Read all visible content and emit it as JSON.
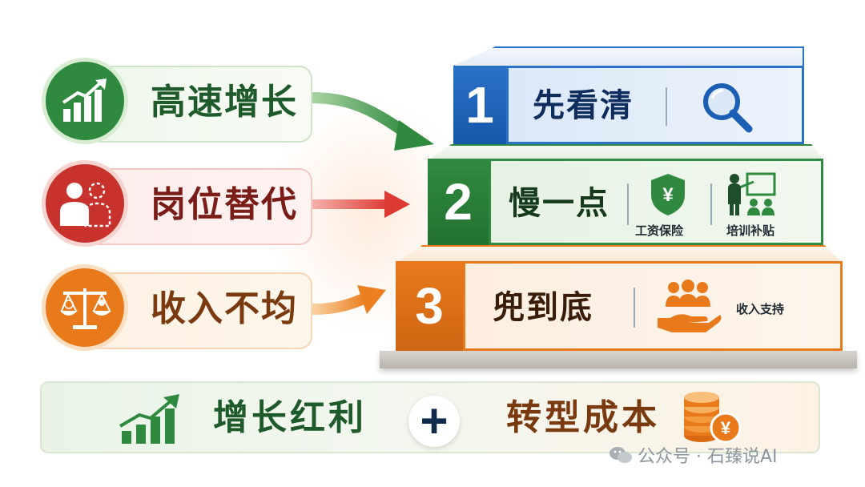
{
  "factors": [
    {
      "label": "高速增长",
      "icon": "growth-chart-icon",
      "color": "#2f8a3f"
    },
    {
      "label": "岗位替代",
      "icon": "person-replacement-icon",
      "color": "#c8322d"
    },
    {
      "label": "收入不均",
      "icon": "scale-balance-icon",
      "color": "#e87a1c"
    }
  ],
  "steps": [
    {
      "number": "1",
      "title": "先看清",
      "icon": "magnifier-icon",
      "color": "#2a71c8"
    },
    {
      "number": "2",
      "title": "慢一点",
      "color": "#2f8a3f",
      "features": [
        {
          "label": "工资保险",
          "icon": "shield-yen-icon"
        },
        {
          "label": "培训补贴",
          "icon": "training-board-icon"
        }
      ]
    },
    {
      "number": "3",
      "title": "兜到底",
      "color": "#e87a1c",
      "features": [
        {
          "label": "收入支持",
          "icon": "hand-people-icon"
        }
      ]
    }
  ],
  "banner": {
    "left_text": "增长红利",
    "plus": "+",
    "right_text": "转型成本"
  },
  "watermark": "公众号 · 石臻说AI"
}
